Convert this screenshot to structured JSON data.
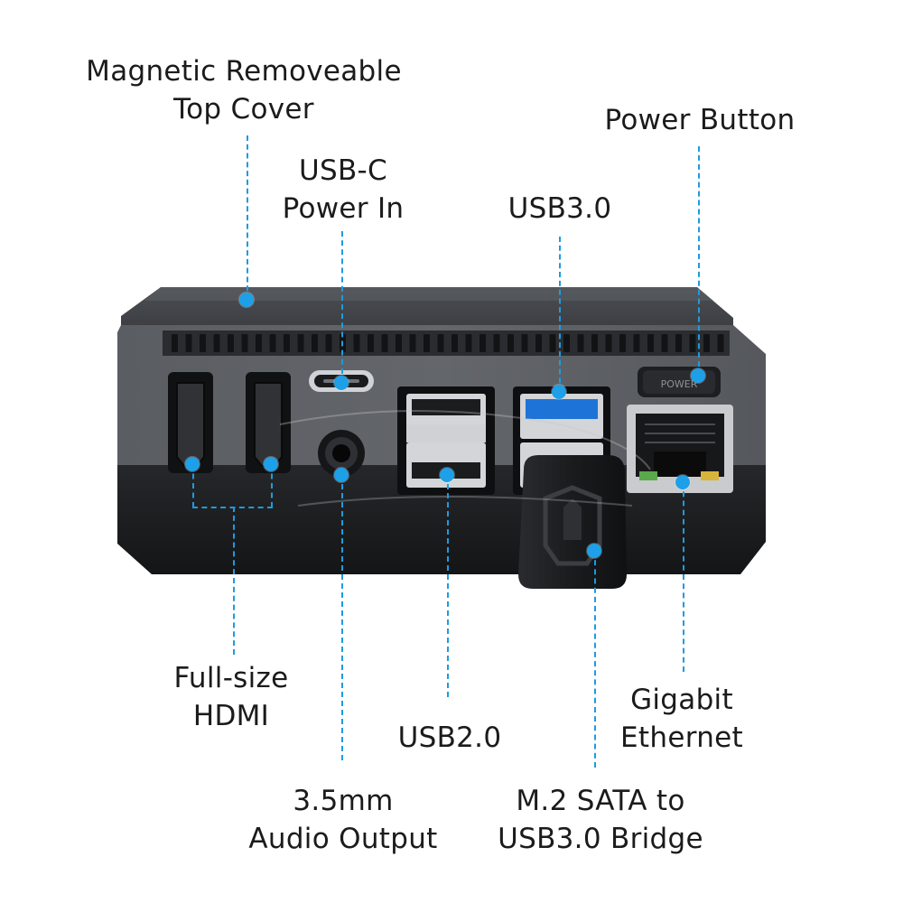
{
  "labels": {
    "top_cover": [
      "Magnetic Removeable",
      "Top Cover"
    ],
    "power_button": "Power Button",
    "usbc": [
      "USB-C",
      "Power In"
    ],
    "usb3": "USB3.0",
    "hdmi": [
      "Full-size",
      "HDMI"
    ],
    "audio": [
      "3.5mm",
      "Audio Output"
    ],
    "usb2": "USB2.0",
    "m2": [
      "M.2 SATA to",
      "USB3.0 Bridge"
    ],
    "ethernet": [
      "Gigabit",
      "Ethernet"
    ]
  },
  "device": {
    "power_key_text": "POWER"
  },
  "colors": {
    "accent": "#1ea0e8",
    "case_top": "#55585d",
    "case_bottom": "#1f2022",
    "usb3_blue": "#1e73d6",
    "background": "#ffffff"
  }
}
